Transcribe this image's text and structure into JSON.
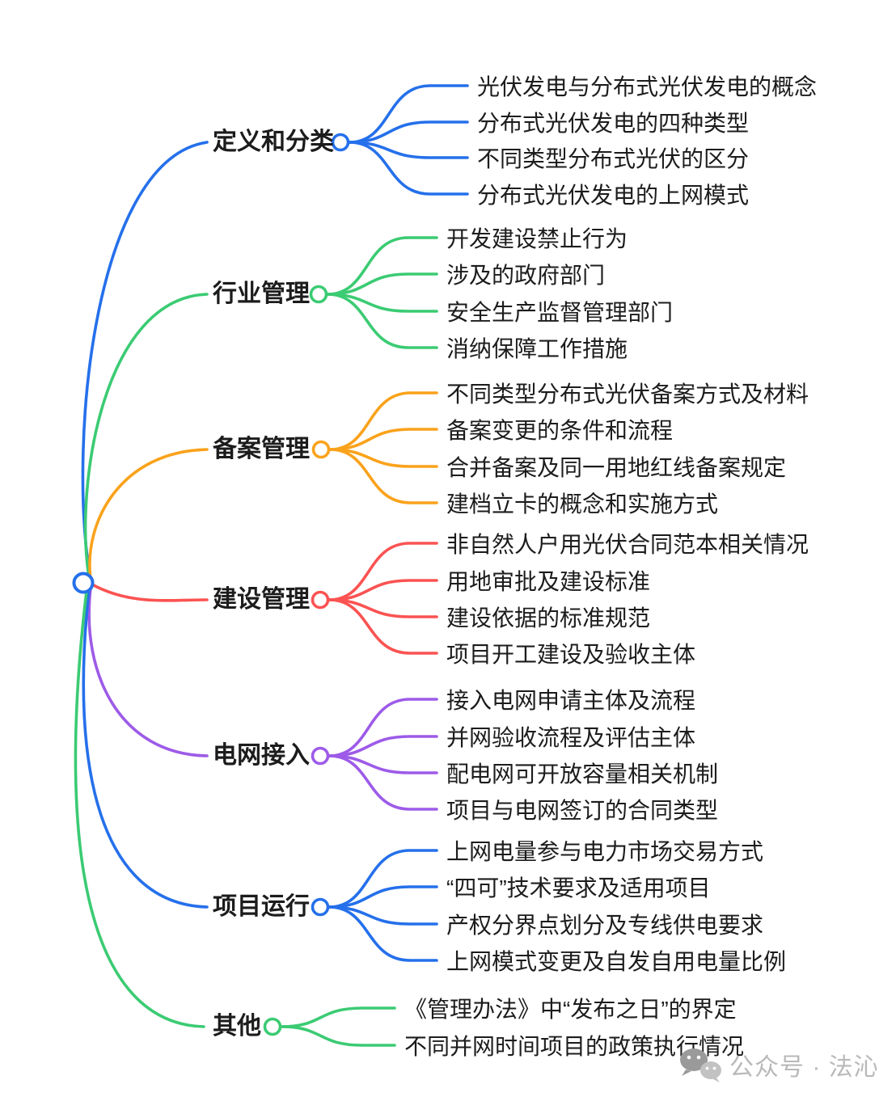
{
  "palette": {
    "blue": "#2570EB",
    "green": "#3BCB73",
    "orange": "#FAA21B",
    "red": "#FA5352",
    "purple": "#9D5BE8",
    "text": "#1C1C1C",
    "watermark_text": "#B9B9B9",
    "watermark_icon_dark": "#9A9A9A",
    "watermark_icon_light": "#C2C2C2",
    "background": "#FFFFFF"
  },
  "root": {
    "label": ""
  },
  "branches": [
    {
      "label": "定义和分类",
      "color": "blue",
      "children": [
        "光伏发电与分布式光伏发电的概念",
        "分布式光伏发电的四种类型",
        "不同类型分布式光伏的区分",
        "分布式光伏发电的上网模式"
      ]
    },
    {
      "label": "行业管理",
      "color": "green",
      "children": [
        "开发建设禁止行为",
        "涉及的政府部门",
        "安全生产监督管理部门",
        "消纳保障工作措施"
      ]
    },
    {
      "label": "备案管理",
      "color": "orange",
      "children": [
        "不同类型分布式光伏备案方式及材料",
        "备案变更的条件和流程",
        "合并备案及同一用地红线备案规定",
        "建档立卡的概念和实施方式"
      ]
    },
    {
      "label": "建设管理",
      "color": "red",
      "children": [
        "非自然人户用光伏合同范本相关情况",
        "用地审批及建设标准",
        "建设依据的标准规范",
        "项目开工建设及验收主体"
      ]
    },
    {
      "label": "电网接入",
      "color": "purple",
      "children": [
        "接入电网申请主体及流程",
        "并网验收流程及评估主体",
        "配电网可开放容量相关机制",
        "项目与电网签订的合同类型"
      ]
    },
    {
      "label": "项目运行",
      "color": "blue",
      "children": [
        "上网电量参与电力市场交易方式",
        "“四可”技术要求及适用项目",
        "产权分界点划分及专线供电要求",
        "上网模式变更及自发自用电量比例"
      ]
    },
    {
      "label": "其他",
      "color": "green",
      "children": [
        "《管理办法》中“发布之日”的界定",
        "不同并网时间项目的政策执行情况"
      ]
    }
  ],
  "watermark": {
    "text": "公众号 · 法沁",
    "icon": "wechat-icon"
  }
}
